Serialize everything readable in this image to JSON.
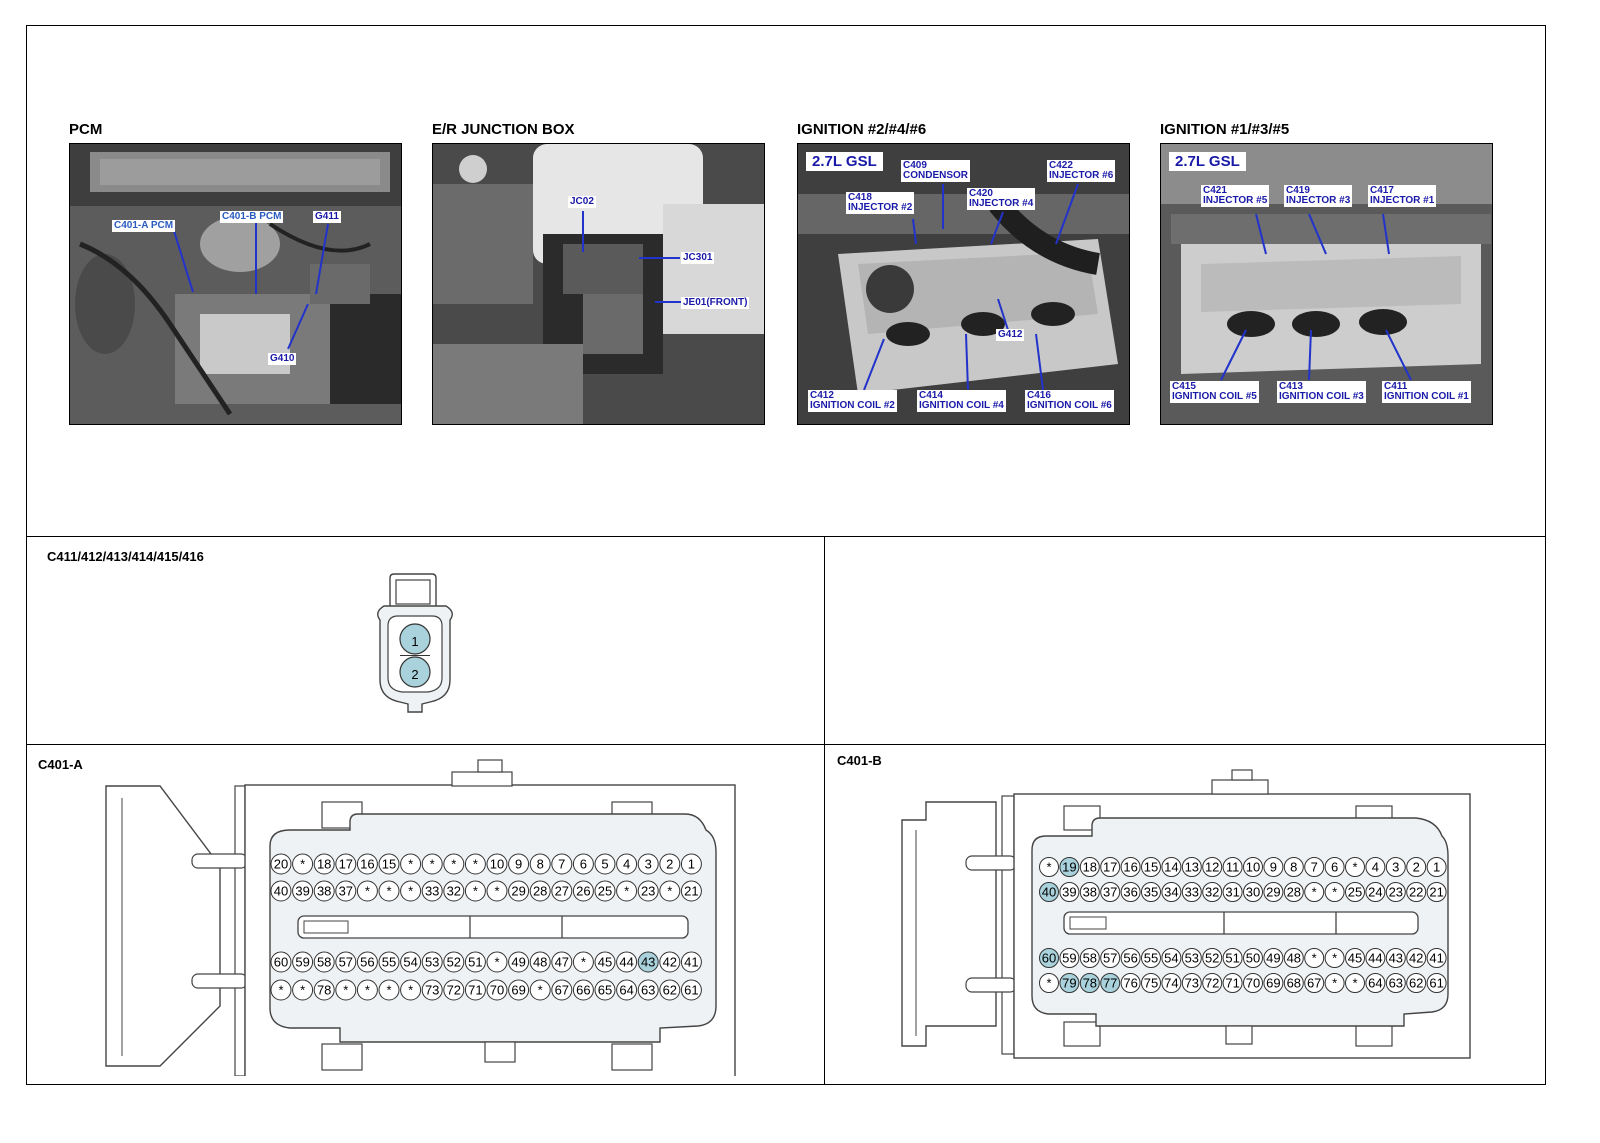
{
  "photos": [
    {
      "title": "PCM",
      "callouts": [
        "C401-A PCM",
        "C401-B PCM",
        "G411",
        "G410"
      ]
    },
    {
      "title": "E/R JUNCTION BOX",
      "callouts": [
        "JC02",
        "JC301",
        "JE01(FRONT)"
      ]
    },
    {
      "title": "IGNITION #2/#4/#6",
      "engine_tag": "2.7L GSL",
      "callouts": [
        "C409\nCONDENSOR",
        "C422\nINJECTOR #6",
        "C418\nINJECTOR #2",
        "C420\nINJECTOR #4",
        "G412",
        "C412\nIGNITION COIL #2",
        "C414\nIGNITION COIL #4",
        "C416\nIGNITION COIL #6"
      ]
    },
    {
      "title": "IGNITION #1/#3/#5",
      "engine_tag": "2.7L GSL",
      "callouts": [
        "C421\nINJECTOR #5",
        "C419\nINJECTOR #3",
        "C417\nINJECTOR #1",
        "C415\nIGNITION COIL #5",
        "C413\nIGNITION COIL #3",
        "C411\nIGNITION COIL #1"
      ]
    }
  ],
  "coil_connector": {
    "title": "C411/412/413/414/415/416",
    "pins": [
      "1",
      "2"
    ]
  },
  "c401a": {
    "title": "C401-A",
    "rows": [
      [
        "20",
        "*",
        "18",
        "17",
        "16",
        "15",
        "*",
        "*",
        "*",
        "*",
        "10",
        "9",
        "8",
        "7",
        "6",
        "5",
        "4",
        "3",
        "2",
        "1"
      ],
      [
        "40",
        "39",
        "38",
        "37",
        "*",
        "*",
        "*",
        "33",
        "32",
        "*",
        "*",
        "29",
        "28",
        "27",
        "26",
        "25",
        "*",
        "23",
        "*",
        "21"
      ],
      [
        "60",
        "59",
        "58",
        "57",
        "56",
        "55",
        "54",
        "53",
        "52",
        "51",
        "*",
        "49",
        "48",
        "47",
        "*",
        "45",
        "44",
        "43",
        "42",
        "41"
      ],
      [
        "*",
        "*",
        "78",
        "*",
        "*",
        "*",
        "*",
        "73",
        "72",
        "71",
        "70",
        "69",
        "*",
        "67",
        "66",
        "65",
        "64",
        "63",
        "62",
        "61"
      ]
    ],
    "highlighted": [
      "43"
    ]
  },
  "c401b": {
    "title": "C401-B",
    "rows": [
      [
        "*",
        "19",
        "18",
        "17",
        "16",
        "15",
        "14",
        "13",
        "12",
        "11",
        "10",
        "9",
        "8",
        "7",
        "6",
        "*",
        "4",
        "3",
        "2",
        "1"
      ],
      [
        "40",
        "39",
        "38",
        "37",
        "36",
        "35",
        "34",
        "33",
        "32",
        "31",
        "30",
        "29",
        "28",
        "*",
        "*",
        "25",
        "24",
        "23",
        "22",
        "21"
      ],
      [
        "60",
        "59",
        "58",
        "57",
        "56",
        "55",
        "54",
        "53",
        "52",
        "51",
        "50",
        "49",
        "48",
        "*",
        "*",
        "45",
        "44",
        "43",
        "42",
        "41"
      ],
      [
        "*",
        "79",
        "78",
        "77",
        "76",
        "75",
        "74",
        "73",
        "72",
        "71",
        "70",
        "69",
        "68",
        "67",
        "*",
        "*",
        "64",
        "63",
        "62",
        "61"
      ]
    ],
    "highlighted": [
      "19",
      "40",
      "60",
      "79",
      "78",
      "77"
    ]
  },
  "colors": {
    "callout_text": "#1a1aa8",
    "pin_highlight": "#a9d2dc",
    "connector_fill": "#eef2f4"
  }
}
